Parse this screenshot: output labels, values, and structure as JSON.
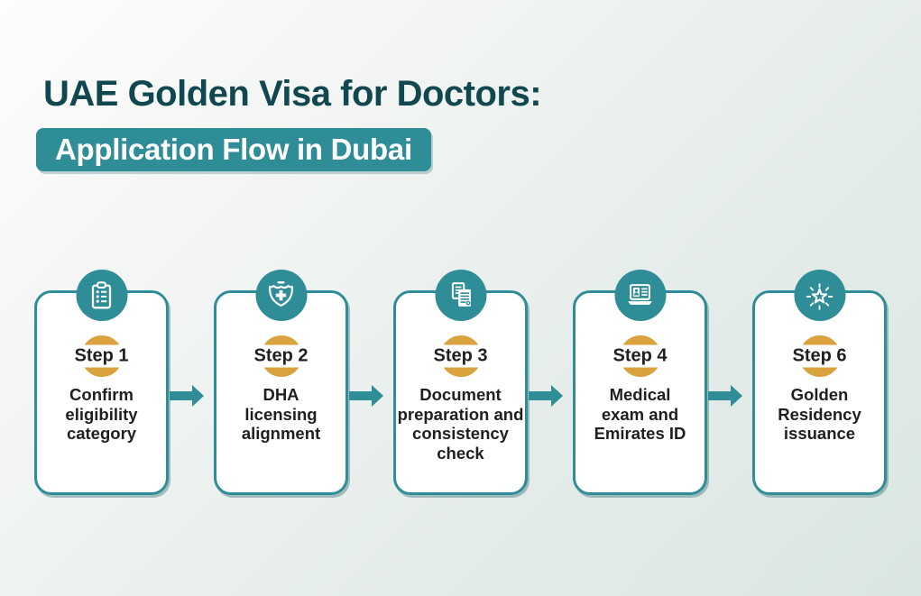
{
  "title": "UAE Golden Visa for Doctors:",
  "subtitle_banner": "Application Flow in Dubai",
  "colors": {
    "teal": "#2E8D97",
    "title_dark_teal": "#114850",
    "gold_ring": "#D9A23E",
    "card_background": "#FFFFFF",
    "text_dark": "#1F1F1F",
    "background_start": "#FDFDFC",
    "background_end": "#DAE6E1"
  },
  "steps": [
    {
      "step_label": "Step 1",
      "description": "Confirm\neligibility\ncategory",
      "icon": "clipboard-checklist-icon"
    },
    {
      "step_label": "Step 2",
      "description": "DHA\nlicensing\nalignment",
      "icon": "medical-shield-icon"
    },
    {
      "step_label": "Step 3",
      "description": "Document\npreparation and\nconsistency\ncheck",
      "icon": "documents-icon"
    },
    {
      "step_label": "Step 4",
      "description": "Medical\nexam and\nEmirates ID",
      "icon": "laptop-id-card-icon"
    },
    {
      "step_label": "Step 6",
      "description": "Golden\nResidency\nissuance",
      "icon": "shining-star-icon"
    }
  ]
}
